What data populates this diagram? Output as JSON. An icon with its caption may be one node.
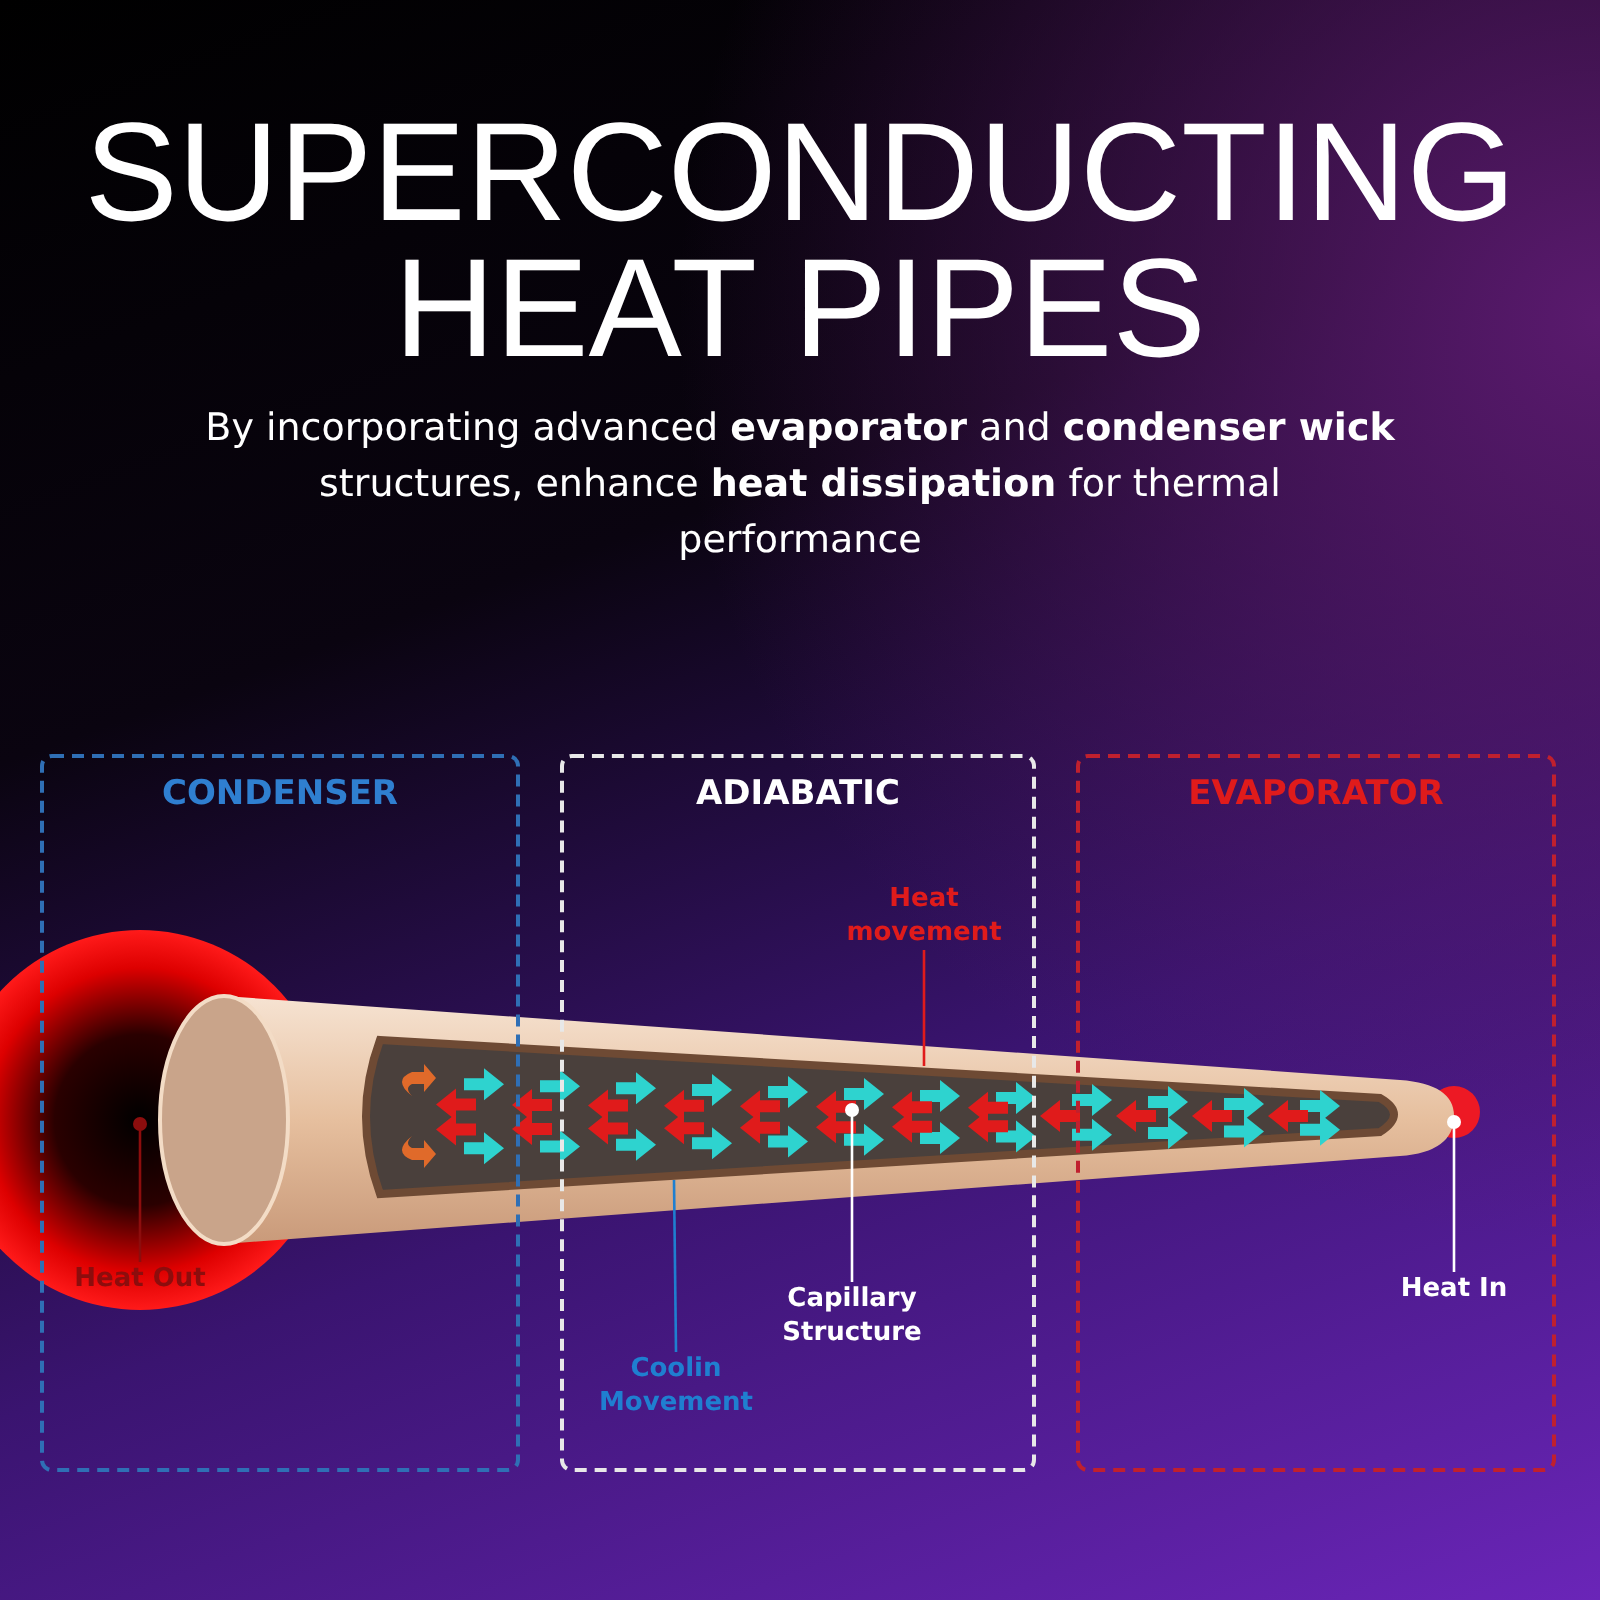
{
  "diagram": {
    "title": "SUPERCONDUCTING HEAT PIPES",
    "caption": "By incorporating advanced **evaporator** and **condenser wick** structures, enhance **heat dissipation** for thermal performance",
    "nodes": [
      {
        "text": [
          "CONDENSER"
        ]
      },
      {
        "text": [
          "ADIABATIC"
        ]
      },
      {
        "text": [
          "EVAPORATOR"
        ]
      },
      {
        "text": [
          "Heat Out"
        ],
        "in": 0
      },
      {
        "text": [
          "Heat movement"
        ],
        "in": 1
      },
      {
        "text": [
          "Coolin Movement"
        ],
        "in": 1
      },
      {
        "text": [
          "Capillary Structure"
        ],
        "in": 1
      },
      {
        "text": [
          "Heat In"
        ],
        "in": 2
      }
    ],
    "edges": [
      {
        "from": 3,
        "to": null,
        "arrow": "other",
        "color": "#8c0d0d"
      },
      {
        "from": 4,
        "to": null,
        "arrow": "none",
        "color": "#e01b1b"
      },
      {
        "from": 5,
        "to": null,
        "arrow": "none",
        "color": "#1f7fd0"
      },
      {
        "from": 6,
        "to": null,
        "arrow": "other"
      },
      {
        "from": 7,
        "to": null,
        "arrow": "other"
      }
    ]
  }
}
